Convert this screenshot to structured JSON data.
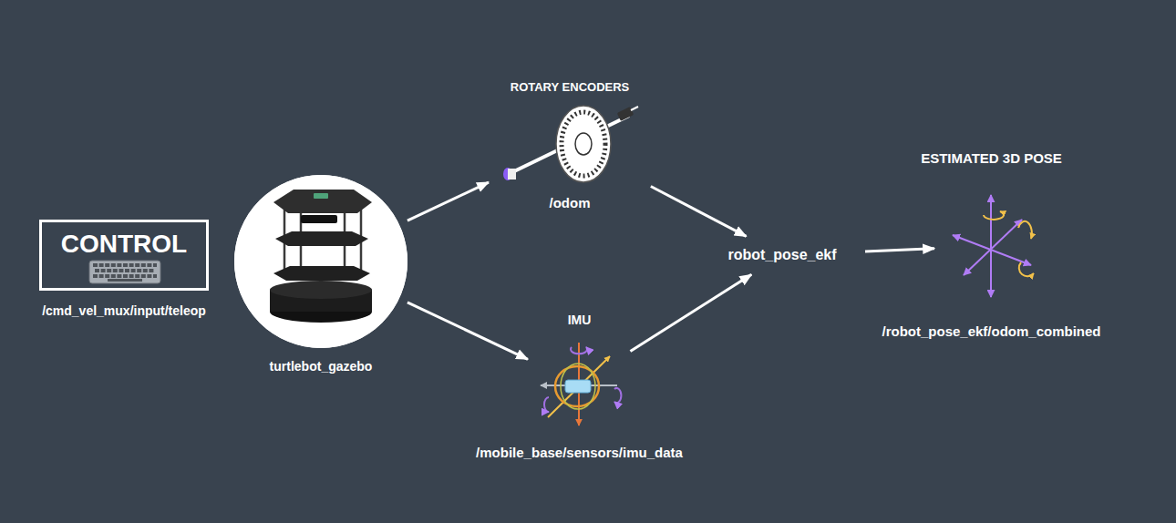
{
  "diagram": {
    "nodes": [
      {
        "text": [
          "CONTROL",
          "/cmd_vel_mux/input/teleop"
        ]
      },
      {
        "text": [
          "turtlebot_gazebo"
        ]
      },
      {
        "text": [
          "ROTARY ENCODERS",
          "/odom"
        ]
      },
      {
        "text": [
          "IMU",
          "/mobile_base/sensors/imu_data"
        ]
      },
      {
        "text": [
          "robot_pose_ekf"
        ]
      },
      {
        "text": [
          "ESTIMATED 3D POSE",
          "/robot_pose_ekf/odom_combined"
        ]
      }
    ],
    "edges": [
      {
        "from": 1,
        "to": 2,
        "arrow": "to"
      },
      {
        "from": 1,
        "to": 3,
        "arrow": "to"
      },
      {
        "from": 2,
        "to": 4,
        "arrow": "to"
      },
      {
        "from": 3,
        "to": 4,
        "arrow": "to"
      },
      {
        "from": 4,
        "to": 5,
        "arrow": "to"
      }
    ]
  }
}
